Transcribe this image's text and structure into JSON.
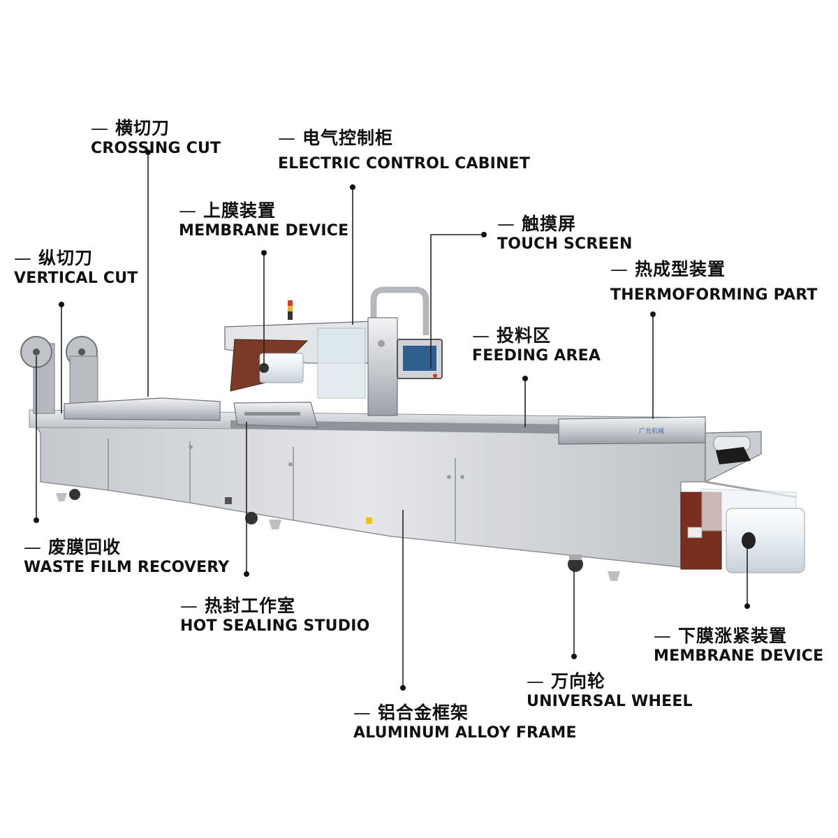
{
  "callouts": [
    {
      "id": "crossing-cut",
      "zh": "横切刀",
      "en": "CROSSING CUT"
    },
    {
      "id": "electric-control-cabinet",
      "zh": "电气控制柜",
      "en": "ELECTRIC CONTROL CABINET"
    },
    {
      "id": "membrane-device-upper",
      "zh": "上膜装置",
      "en": "MEMBRANE  DEVICE"
    },
    {
      "id": "touch-screen",
      "zh": "触摸屏",
      "en": "TOUCH  SCREEN"
    },
    {
      "id": "vertical-cut",
      "zh": "纵切刀",
      "en": "VERTICAL CUT"
    },
    {
      "id": "thermoforming-part",
      "zh": "热成型装置",
      "en": "THERMOFORMING PART"
    },
    {
      "id": "feeding-area",
      "zh": "投料区",
      "en": "FEEDING AREA"
    },
    {
      "id": "waste-film-recovery",
      "zh": "废膜回收",
      "en": "WASTE FILM RECOVERY"
    },
    {
      "id": "hot-sealing-studio",
      "zh": "热封工作室",
      "en": "HOT SEALING STUDIO"
    },
    {
      "id": "membrane-device-lower",
      "zh": "下膜涨紧装置",
      "en": "MEMBRANE  DEVICE"
    },
    {
      "id": "universal-wheel",
      "zh": "万向轮",
      "en": "UNIVERSAL WHEEL"
    },
    {
      "id": "aluminum-alloy-frame",
      "zh": "铝合金框架",
      "en": "ALUMINUM ALLOY FRAME"
    }
  ],
  "machine_nameplate": "广允机械"
}
